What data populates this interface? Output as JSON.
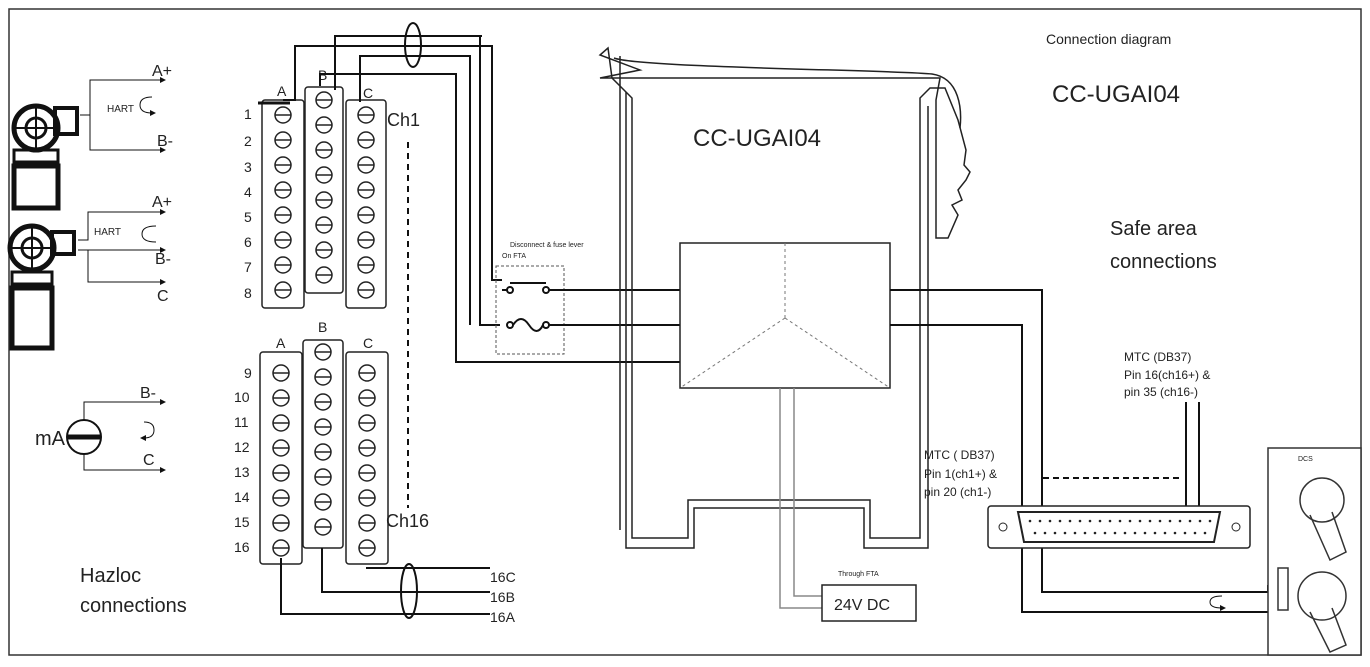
{
  "header": {
    "connection_diagram": "Connection diagram",
    "module_name": "CC-UGAI04"
  },
  "module": {
    "label": "CC-UGAI04"
  },
  "safe_area": {
    "line1": "Safe area",
    "line2": "connections"
  },
  "hazloc": {
    "line1": "Hazloc",
    "line2": "connections"
  },
  "transmitters": [
    {
      "a_plus": "A+",
      "b_minus": "B-",
      "hart": "HART"
    },
    {
      "a_plus": "A+",
      "b_minus": "B-",
      "c": "C",
      "hart": "HART"
    }
  ],
  "current_source": {
    "label": "mA",
    "b_minus": "B-",
    "c": "C"
  },
  "terminals_top": {
    "columns": [
      "A",
      "B",
      "C"
    ],
    "rows": [
      "1",
      "2",
      "3",
      "4",
      "5",
      "6",
      "7",
      "8"
    ],
    "channel": "Ch1"
  },
  "terminals_bottom": {
    "columns": [
      "A",
      "B",
      "C"
    ],
    "rows": [
      "9",
      "10",
      "11",
      "12",
      "13",
      "14",
      "15",
      "16"
    ],
    "channel": "Ch16"
  },
  "wires_out": [
    "16C",
    "16B",
    "16A"
  ],
  "fuse": {
    "line1": "Disconnect & fuse lever",
    "line2": "On FTA"
  },
  "power": {
    "through": "Through FTA",
    "label": "24V DC"
  },
  "mtc1": {
    "line1": "MTC ( DB37)",
    "line2": "Pin 1(ch1+) &",
    "line3": "pin 20 (ch1-)"
  },
  "mtc2": {
    "line1": "MTC (DB37)",
    "line2": "Pin 16(ch16+) &",
    "line3": "pin 35 (ch16-)"
  },
  "dcs": {
    "label": "DCS"
  }
}
